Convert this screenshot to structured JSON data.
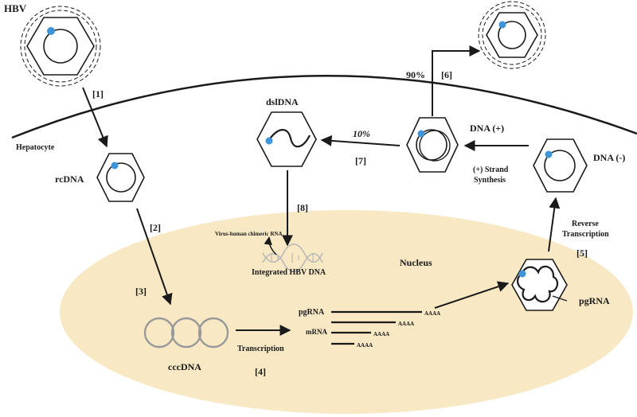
{
  "labels": {
    "hbv": "HBV",
    "hepatocyte": "Hepatocyte",
    "rcdna": "rcDNA",
    "dsldna": "dslDNA",
    "dna_plus": "DNA (+)",
    "dna_minus": "DNA (-)",
    "nucleus": "Nucleus",
    "cccdna": "cccDNA",
    "pgrna": "pgRNA",
    "pgrna_capsid": "pgRNA",
    "mrna": "mRNA",
    "transcription": "Transcription",
    "integrated": "Integrated HBV DNA",
    "chimeric": "Virus-human chimeric RNA",
    "reverse_1": "Reverse",
    "reverse_2": "Transcription",
    "plus_strand_1": "(+) Strand",
    "plus_strand_2": "Synthesis",
    "pct_90": "90%",
    "pct_10": "10%",
    "polyA": "AAAA"
  },
  "steps": {
    "s1": "[1]",
    "s2": "[2]",
    "s3": "[3]",
    "s4": "[4]",
    "s5": "[5]",
    "s6": "[6]",
    "s7": "[7]",
    "s8": "[8]"
  },
  "colors": {
    "nucleus_fill": "#f8e9c4",
    "dot": "#3f94d8",
    "stroke": "#1a1a1a",
    "cccdna_ring": "#999999"
  },
  "icons": {
    "virion": "enveloped-virion-icon",
    "capsid": "hexagonal-capsid-icon",
    "cccdna": "cccdna-rings-icon",
    "helix": "dna-helix-icon"
  }
}
